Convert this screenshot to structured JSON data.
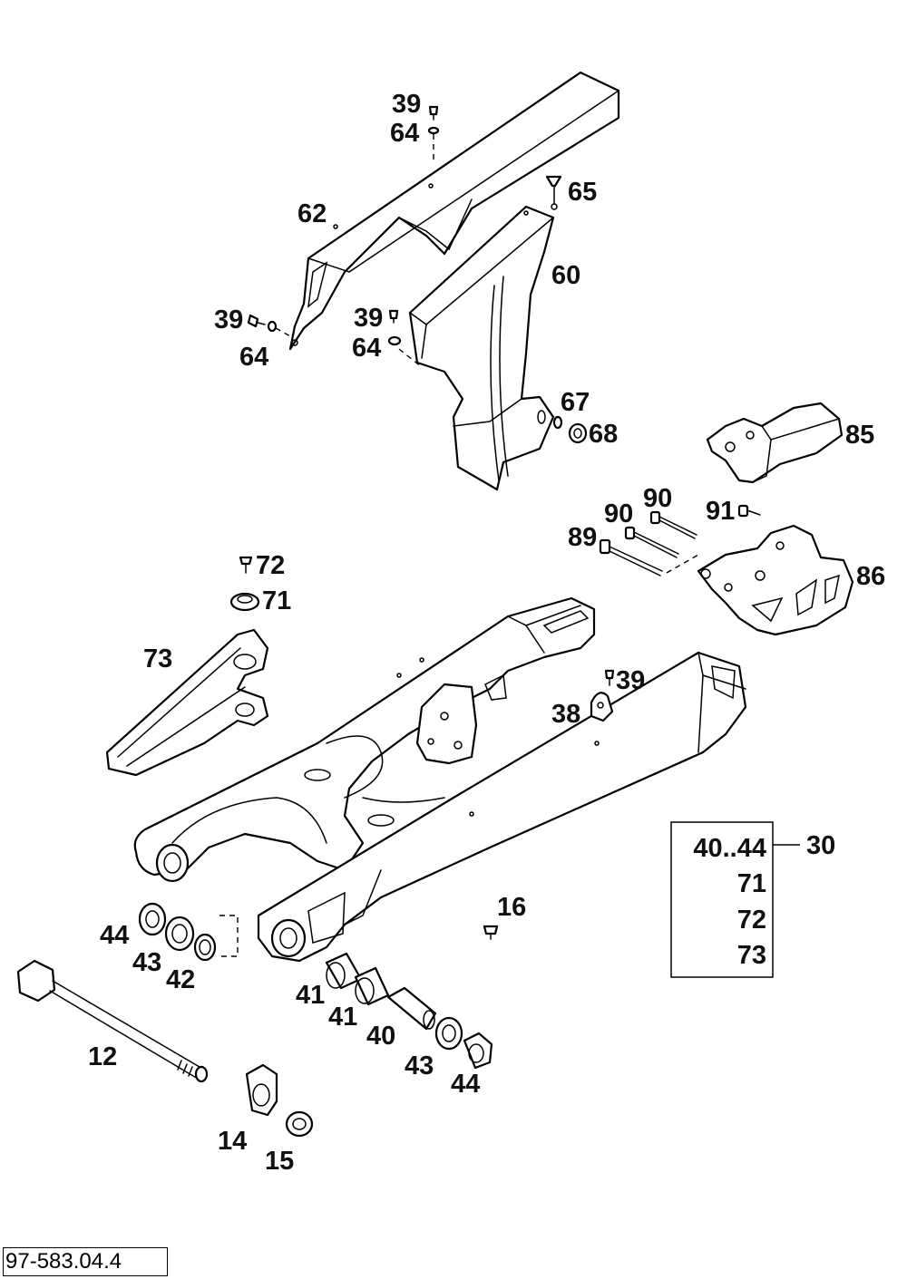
{
  "callouts": {
    "p39_top": "39",
    "p64_top": "64",
    "p65": "65",
    "p62": "62",
    "p60": "60",
    "p39_left": "39",
    "p64_left": "64",
    "p39_mid": "39",
    "p64_mid": "64",
    "p67": "67",
    "p68": "68",
    "p85": "85",
    "p90_a": "90",
    "p90_b": "90",
    "p91": "91",
    "p89": "89",
    "p86": "86",
    "p72": "72",
    "p71": "71",
    "p73": "73",
    "p39_right": "39",
    "p38": "38",
    "p16": "16",
    "p44_left": "44",
    "p43_left": "43",
    "p42": "42",
    "p12": "12",
    "p41_a": "41",
    "p41_b": "41",
    "p40": "40",
    "p43_right": "43",
    "p44_right": "44",
    "p14": "14",
    "p15": "15"
  },
  "kit": {
    "number": "30",
    "items": [
      "40..44",
      "71",
      "72",
      "73"
    ]
  },
  "drawing_code": "97-583.04.4"
}
